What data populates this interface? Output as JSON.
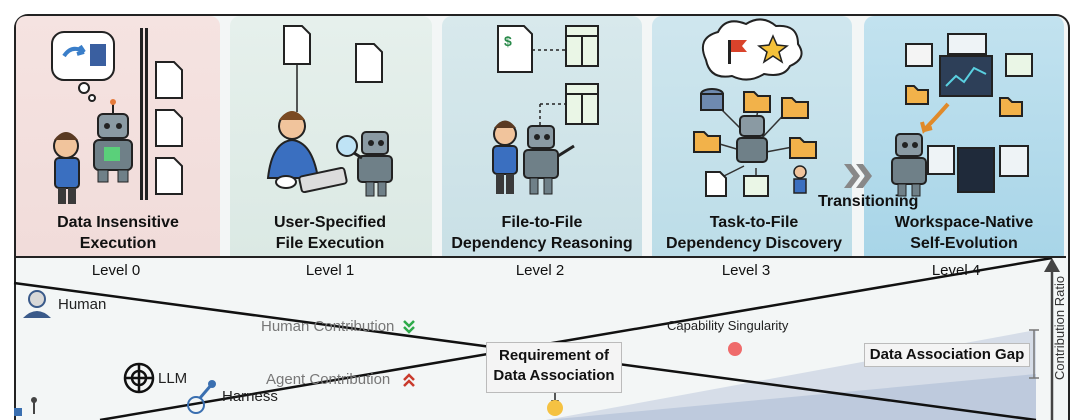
{
  "panels": [
    {
      "title_line1": "Data Insensitive",
      "title_line2": "Execution",
      "level": "Level 0"
    },
    {
      "title_line1": "User-Specified",
      "title_line2": "File Execution",
      "level": "Level 1"
    },
    {
      "title_line1": "File-to-File",
      "title_line2": "Dependency Reasoning",
      "level": "Level 2"
    },
    {
      "title_line1": "Task-to-File",
      "title_line2": "Dependency Discovery",
      "level": "Level 3"
    },
    {
      "title_line1": "Workspace-Native",
      "title_line2": "Self-Evolution",
      "level": "Level 4"
    }
  ],
  "transition_label": "Transitioning",
  "human_label": "Human",
  "llm_label": "LLM",
  "harness_label": "Harness",
  "human_contribution": "Human Contribution",
  "agent_contribution": "Agent Contribution",
  "singularity_label": "Capability Singularity",
  "requirement_line1": "Requirement of",
  "requirement_line2": "Data Association",
  "gap_label": "Data Association Gap",
  "ratio_label": "Contribution Ratio",
  "colors": {
    "down_arrow": "#2eaa4a",
    "up_arrow": "#c93a2c",
    "singularity_dot": "#ef6b6b",
    "requirement_dot": "#f5c242"
  }
}
